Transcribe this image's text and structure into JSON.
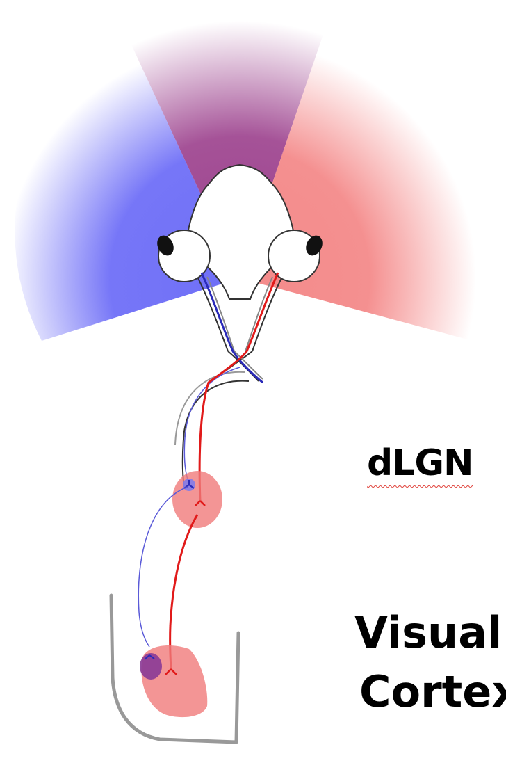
{
  "labels": {
    "dlgn": "dLGN",
    "visual": "Visual",
    "cortex": "Cortex"
  },
  "colors": {
    "left_field": "#6f6ff7",
    "binocular_field": "#9b3f8c",
    "right_field": "#f48a8a",
    "left_eye_pathway": "#2a2ab8",
    "right_eye_pathway": "#e11a1a",
    "nucleus_fill": "#f07a7a",
    "binocular_patch": "#8a3a96",
    "cortex_outline": "#999999"
  }
}
